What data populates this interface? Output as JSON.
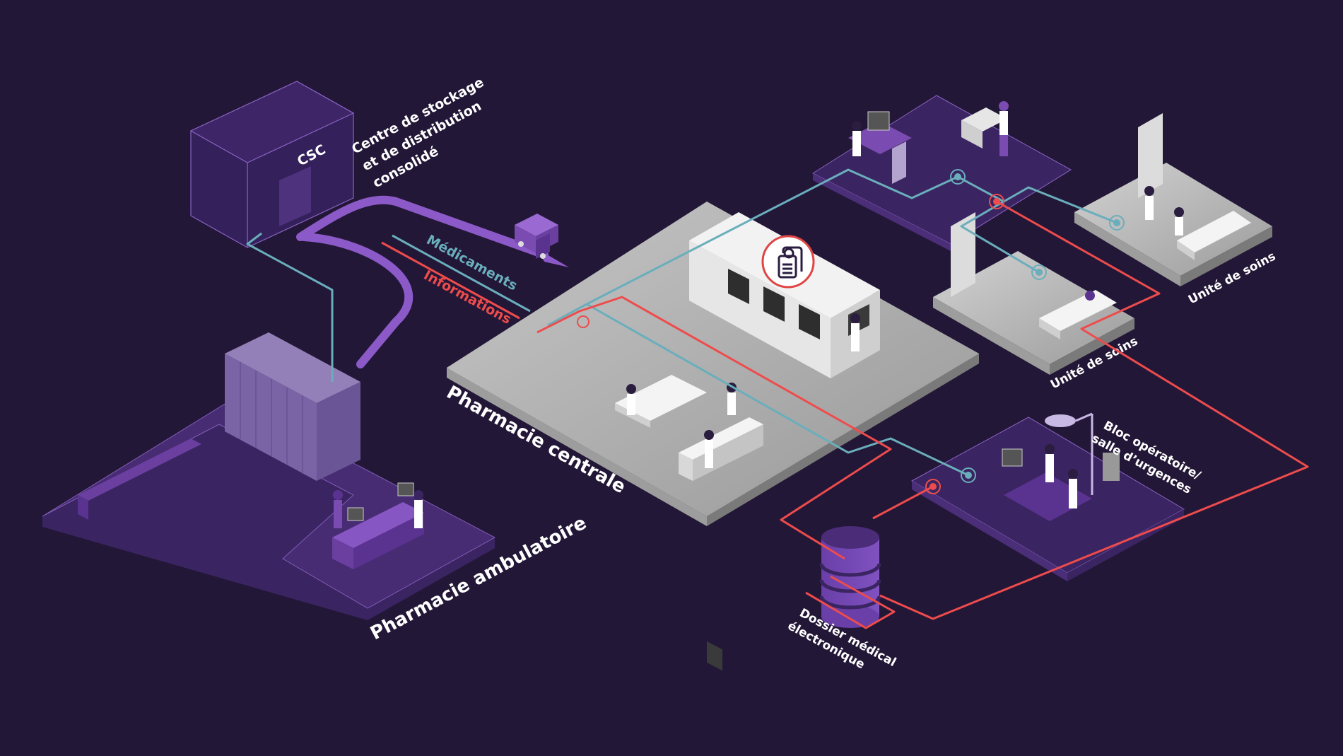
{
  "diagram": {
    "colors": {
      "background": "#231737",
      "medication_flow": "#6aaebc",
      "information_flow": "#ee4c4c",
      "purple_accent": "#7a4bb0",
      "floor_grey": "#b5b5b5"
    },
    "legend": {
      "medications": "Médicaments",
      "information": "Informations"
    },
    "nodes": {
      "csc": {
        "badge": "CSC",
        "label_lines": [
          "Centre de stockage",
          "et de distribution",
          "consolidé"
        ]
      },
      "central_pharmacy": {
        "label": "Pharmacie centrale",
        "icon": "clipboard-documents-icon"
      },
      "outpatient_pharmacy": {
        "label": "Pharmacie ambulatoire"
      },
      "care_unit_1": {
        "label": "Unité de soins"
      },
      "care_unit_2": {
        "label": "Unité de soins"
      },
      "operating_room": {
        "label_lines": [
          "Bloc opératoire/",
          "salle d’urgences"
        ]
      },
      "ehr": {
        "label_lines": [
          "Dossier médical",
          "électronique"
        ],
        "icon": "database-icon"
      }
    }
  }
}
